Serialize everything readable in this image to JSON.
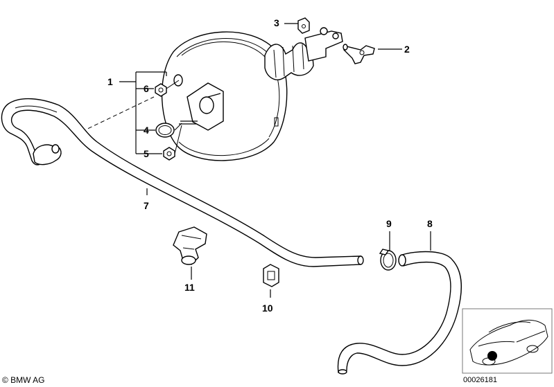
{
  "diagram": {
    "callouts": {
      "c1": "1",
      "c2": "2",
      "c3": "3",
      "c4": "4",
      "c5": "5",
      "c6": "6",
      "c7": "7",
      "c8": "8",
      "c9": "9",
      "c10": "10",
      "c11": "11"
    },
    "copyright": "© BMW AG",
    "doc_number": "00026181"
  }
}
